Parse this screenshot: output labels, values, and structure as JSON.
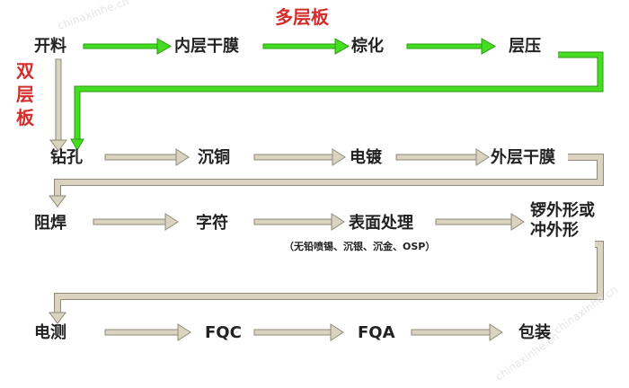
{
  "labels": {
    "multilayer": "多层板",
    "double": [
      "双",
      "层",
      "板"
    ]
  },
  "steps": {
    "cutting": "开料",
    "inner_film": "内层干膜",
    "brown_oxide": "棕化",
    "lamination": "层压",
    "drilling": "钻孔",
    "pth": "沉铜",
    "plating": "电镀",
    "outer_film": "外层干膜",
    "solder_mask": "阻焊",
    "legend": "字符",
    "surface_finish": "表面处理",
    "surface_finish_note": "（无铅喷锡、沉银、沉金、OSP）",
    "routing": [
      "锣外形或",
      "冲外形"
    ],
    "e_test": "电测",
    "fqc": "FQC",
    "fqa": "FQA",
    "packing": "包装"
  },
  "watermark": "chinaxinhe.cn",
  "colors": {
    "green": "#44dd22",
    "green_edge": "#2b9a12",
    "beige": "#d9d3c0",
    "beige_edge": "#8f8a7a",
    "red": "#d42b2b"
  }
}
